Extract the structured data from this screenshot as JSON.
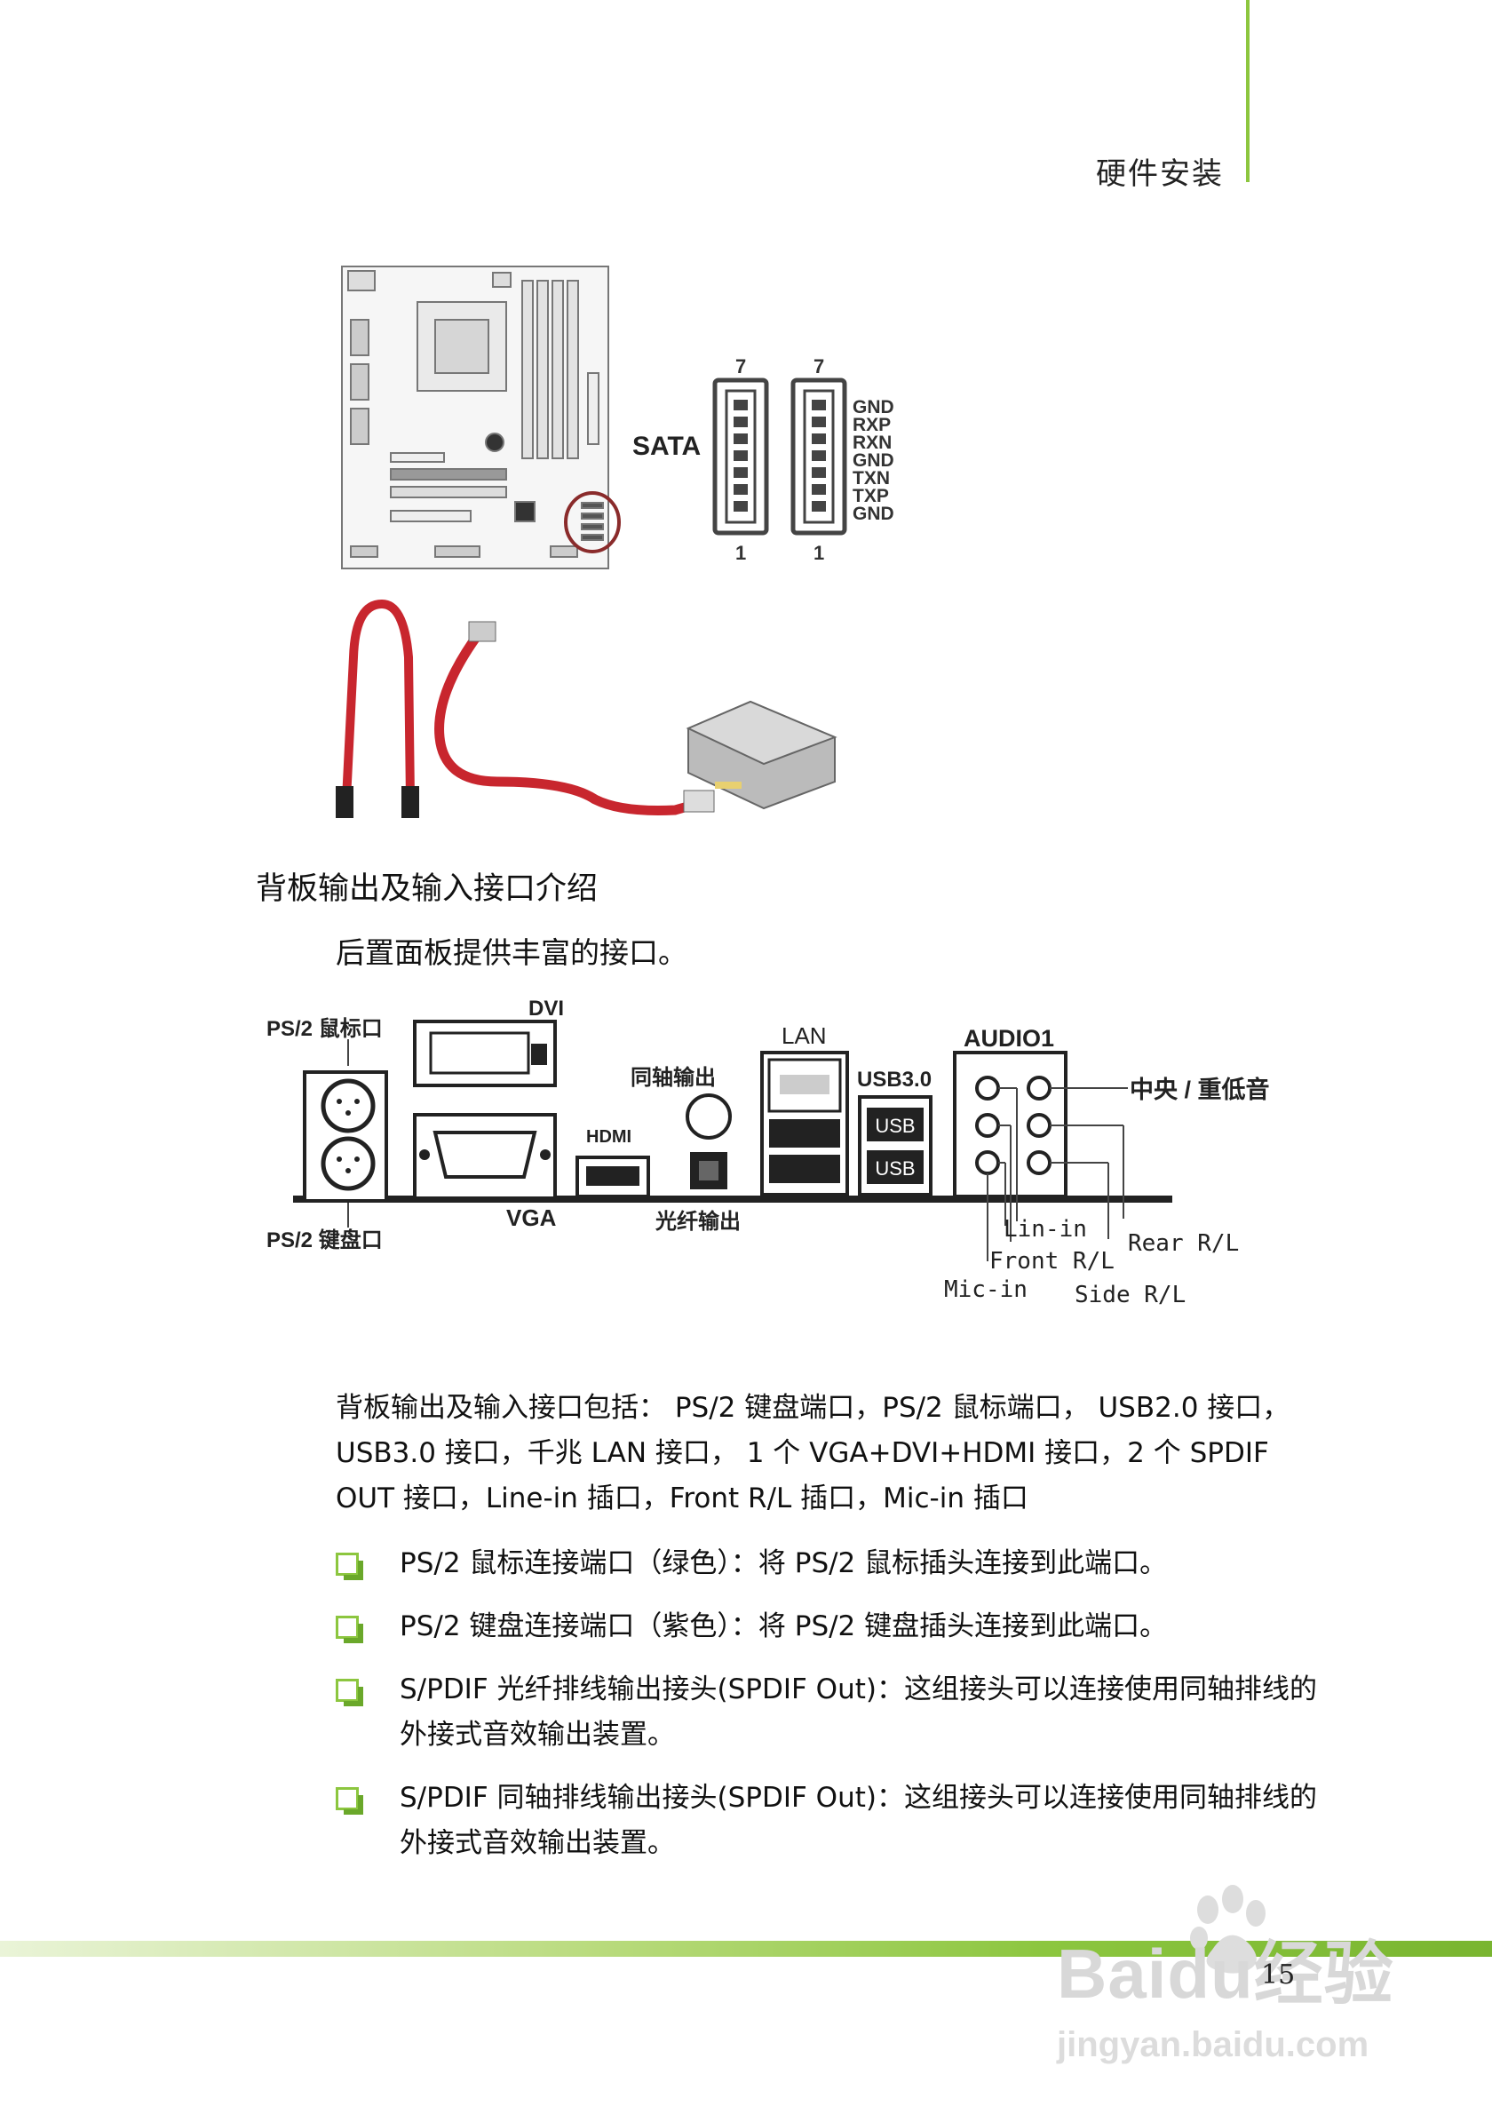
{
  "header": {
    "title": "硬件安装"
  },
  "figure_sata": {
    "label": "SATA",
    "pin_top": [
      "7",
      "7"
    ],
    "pin_bottom": [
      "1",
      "1"
    ],
    "pins": [
      "GND",
      "RXP",
      "RXN",
      "GND",
      "TXN",
      "TXP",
      "GND"
    ]
  },
  "section": {
    "title": "背板输出及输入接口介绍",
    "intro": "后置面板提供丰富的接口。"
  },
  "figure_rear": {
    "ps2_mouse": "PS/2 鼠标口",
    "ps2_keyboard": "PS/2 键盘口",
    "dvi": "DVI",
    "vga": "VGA",
    "hdmi": "HDMI",
    "coaxial": "同轴输出",
    "optical": "光纤输出",
    "lan": "LAN",
    "usb30": "USB3.0",
    "usb_a": "USB",
    "usb_b": "USB",
    "audio": "AUDIO1",
    "center_bass": "中央 / 重低音",
    "line_in": "Lin-in",
    "rear": "Rear R/L",
    "front": "Front R/L",
    "mic_in": "Mic-in",
    "side": "Side R/L"
  },
  "paragraph": "背板输出及输入接口包括： PS/2 键盘端口，PS/2 鼠标端口， USB2.0 接口，USB3.0 接口，千兆 LAN 接口， 1 个 VGA+DVI+HDMI 接口，2 个 SPDIF OUT 接口，Line-in 插口，Front R/L 插口，Mic-in 插口",
  "items": [
    "PS/2 鼠标连接端口（绿色）：将 PS/2 鼠标插头连接到此端口。",
    "PS/2 键盘连接端口（紫色）：将 PS/2 键盘插头连接到此端口。",
    "S/PDIF 光纤排线输出接头(SPDIF Out)：这组接头可以连接使用同轴排线的外接式音效输出装置。",
    "S/PDIF 同轴排线输出接头(SPDIF Out)：这组接头可以连接使用同轴排线的外接式音效输出装置。"
  ],
  "footer": {
    "page": "15"
  },
  "watermark": {
    "brand": "Baidu经验",
    "url": "jingyan.baidu.com"
  }
}
